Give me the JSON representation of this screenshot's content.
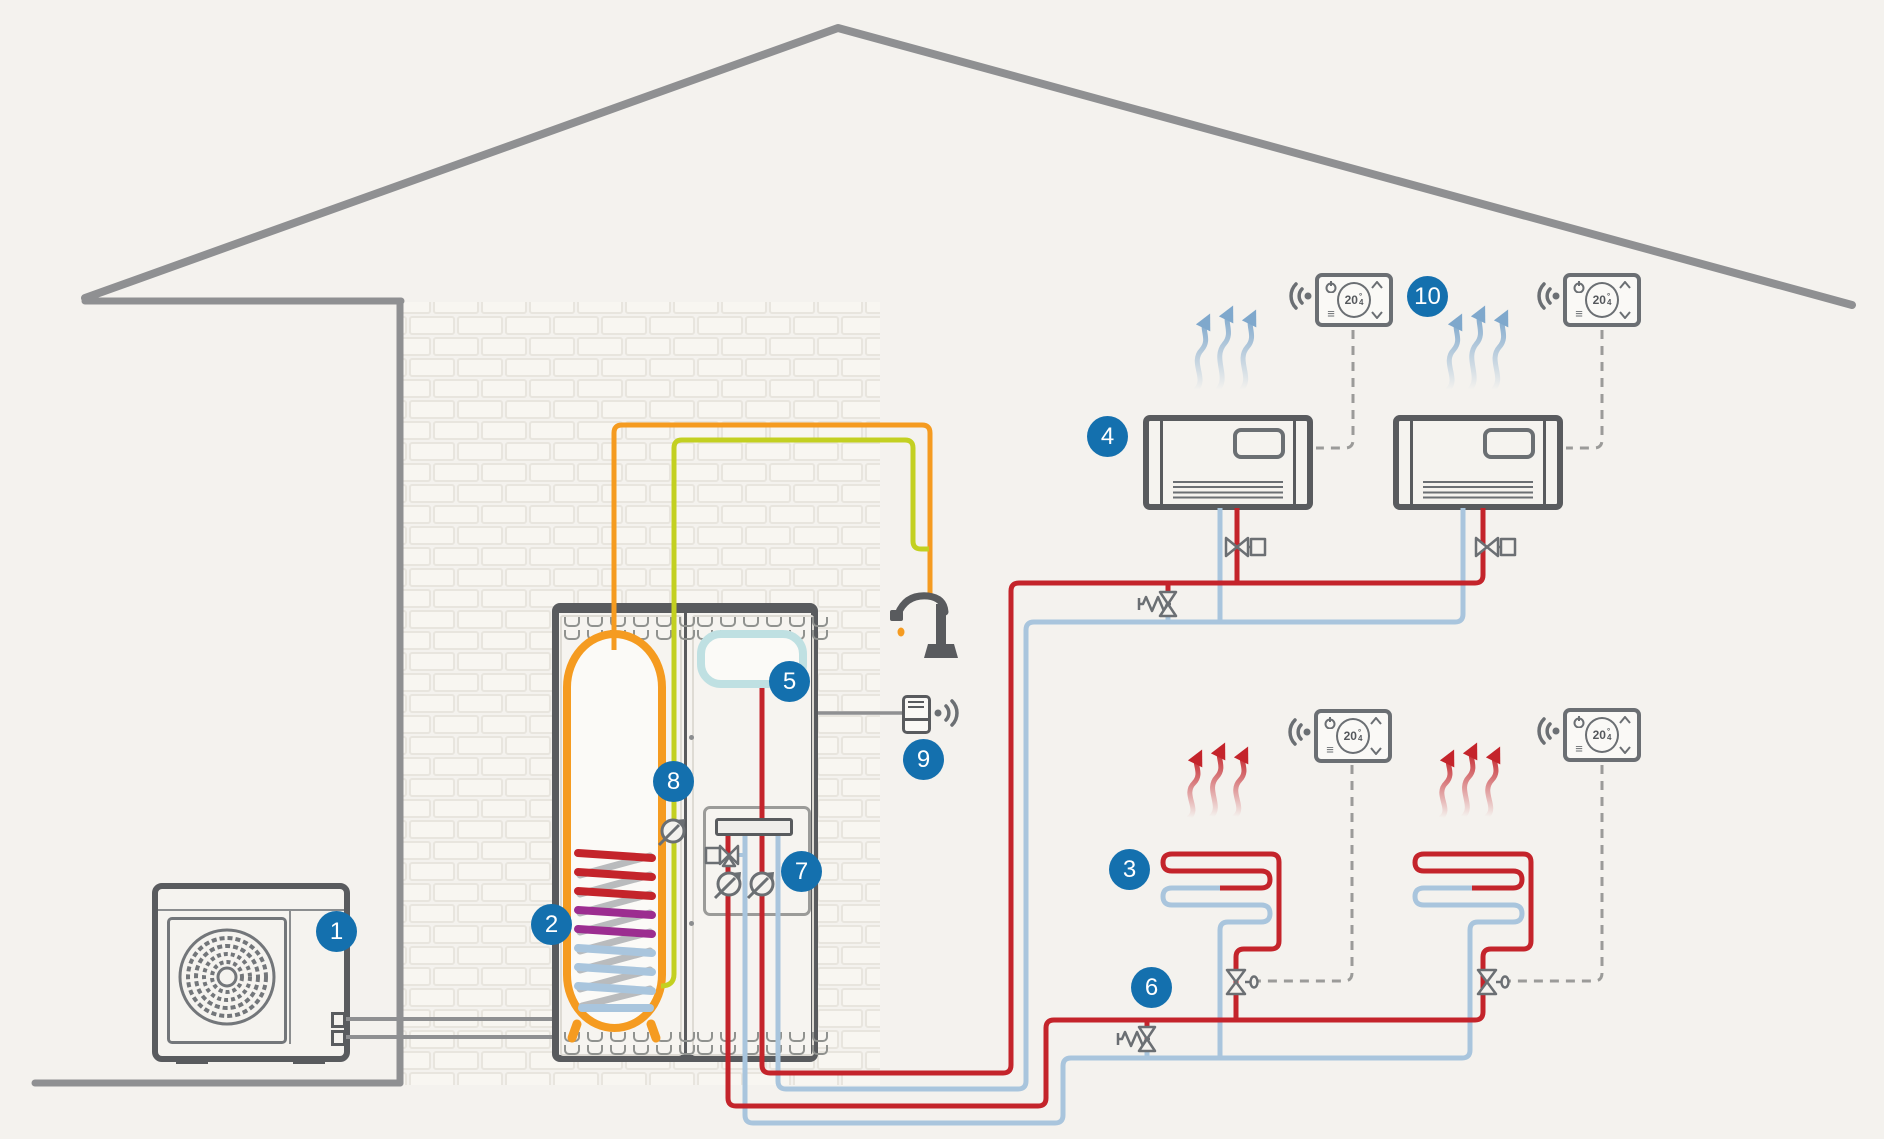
{
  "diagram": {
    "title": "heat-pump-home-system-schematic",
    "callouts": [
      "1",
      "2",
      "3",
      "4",
      "5",
      "6",
      "7",
      "8",
      "9",
      "10"
    ],
    "thermostat": {
      "temperature": "20",
      "degree_symbol": "°",
      "decimal": "4"
    },
    "icons": {
      "menu": "≡",
      "power-icon": "power",
      "chevron-up-icon": "chevron-up",
      "chevron-down-icon": "chevron-down",
      "wireless-icon": "wifi-waves",
      "fan-icon": "fan-spiral",
      "pump-icon": "circle-arrow",
      "valve-icon": "bowtie-valve",
      "bypass-valve-icon": "spring-valve",
      "faucet-icon": "tap-with-drip",
      "heat-arrows-icon": "red-wavy-arrows",
      "cool-arrows-icon": "blue-wavy-arrows"
    },
    "colors": {
      "background": "#f4f2ee",
      "house_outline": "#8f9092",
      "device_outline": "#595b5e",
      "symbol_gray": "#6b6f73",
      "badge_blue": "#1470ae",
      "pipe_hot_red": "#c4242b",
      "pipe_cold_blue": "#a9c5dd",
      "pipe_dhw_orange": "#f59b20",
      "pipe_coldwater_green": "#c3d021",
      "coil_purple": "#9c2d90",
      "vessel_teal": "#bfe0e2",
      "brick_fill": "#f8f6f1",
      "brick_line": "#e8e5de",
      "dashed_control": "#9b9b99"
    }
  }
}
